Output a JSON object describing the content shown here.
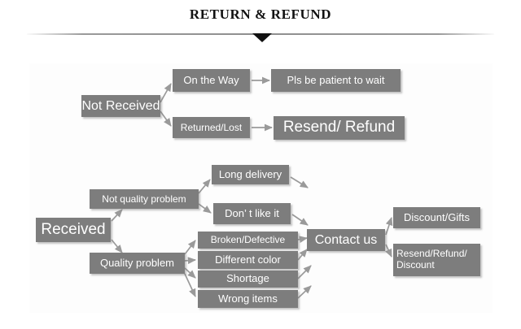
{
  "header": {
    "title": "RETURN & REFUND",
    "divider_icon": "horizontal-rule",
    "caret_icon": "triangle-down-icon"
  },
  "flow": {
    "not_received": "Not Received",
    "on_the_way": "On the Way",
    "pls_be_patient": "Pls be patient to wait",
    "returned_lost": "Returned/Lost",
    "resend_refund": "Resend/ Refund",
    "received": "Received",
    "not_quality_problem": "Not quality problem",
    "quality_problem": "Quality problem",
    "long_delivery": "Long delivery",
    "dont_like_it": "Don’ t like it",
    "broken_defective": "Broken/Defective",
    "different_color": "Different color",
    "shortage": "Shortage",
    "wrong_items": "Wrong items",
    "contact_us": "Contact us",
    "discount_gifts": "Discount/Gifts",
    "resend_refund_discount": "Resend/Refund/ Discount"
  },
  "colors": {
    "node_fill": "#7d7d7d",
    "node_text": "#ffffff",
    "panel_bg": "#fdfdfd",
    "page_bg": "#ffffff",
    "arrow": "#9a9a9a",
    "title_text": "#111111"
  }
}
